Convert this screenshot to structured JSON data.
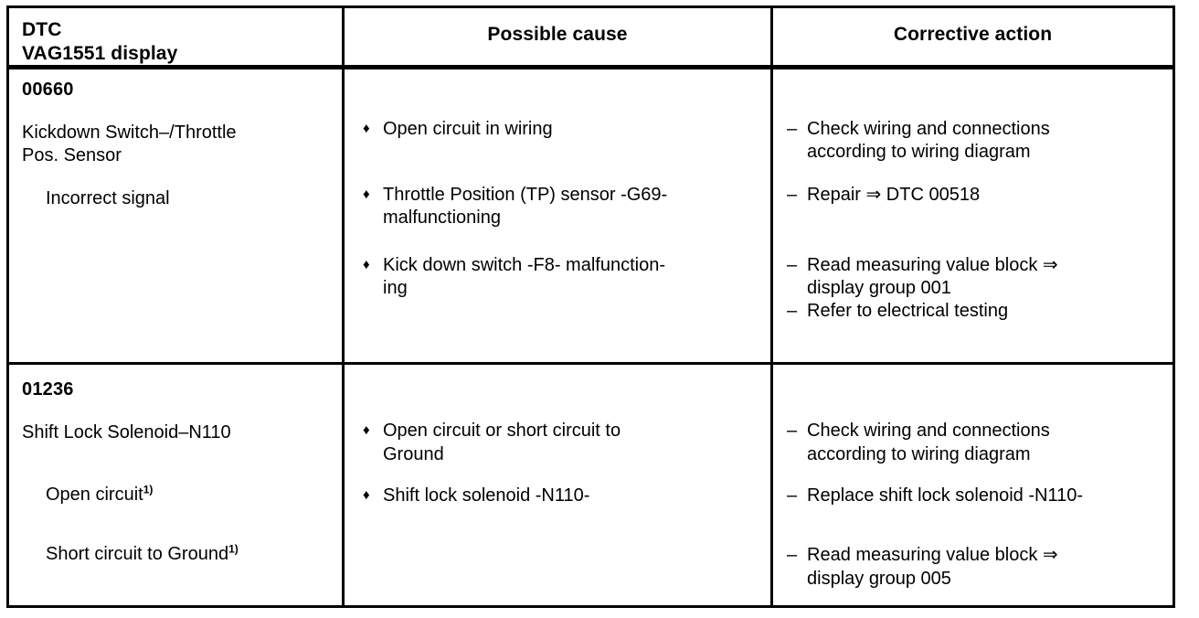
{
  "document": {
    "type": "dtc-fault-table",
    "columns": [
      {
        "id": "dtc",
        "line1": "DTC",
        "line2": "VAG1551 display"
      },
      {
        "id": "cause",
        "label": "Possible cause"
      },
      {
        "id": "action",
        "label": "Corrective action"
      }
    ],
    "bullet_glyph": "♦",
    "dash_glyph": "–",
    "arrow_glyph": "⇒",
    "rows": [
      {
        "code": "00660",
        "name": "Kickdown Switch–/Throttle Pos. Sensor",
        "name_line1": "Kickdown Switch–/Throttle",
        "name_line2": "Pos. Sensor",
        "sub": "Incorrect signal",
        "sub_footnote": "",
        "sub2": "",
        "sub2_footnote": "",
        "causes": [
          {
            "text": "Open circuit in wiring"
          },
          {
            "text": "Throttle Position (TP) sensor -G69- malfunctioning"
          },
          {
            "text": "Kick down switch -F8- malfunction-ing"
          }
        ],
        "actions": [
          {
            "text": "Check wiring and connections according to wiring diagram"
          },
          {
            "text": "Repair ⇒ DTC 00518"
          },
          {
            "text": "Read measuring value block ⇒ display group 001"
          },
          {
            "text": "Refer to electrical testing"
          }
        ]
      },
      {
        "code": "01236",
        "name": "Shift Lock Solenoid–N110",
        "name_line1": "Shift Lock Solenoid–N110",
        "name_line2": "",
        "sub": "Open circuit",
        "sub_footnote": "1)",
        "sub2": "Short circuit to Ground",
        "sub2_footnote": "1)",
        "causes": [
          {
            "text": "Open circuit or short circuit to Ground"
          },
          {
            "text": "Shift lock solenoid -N110-"
          }
        ],
        "actions": [
          {
            "text": "Check wiring and connections according to wiring diagram"
          },
          {
            "text": "Replace shift lock solenoid -N110-"
          },
          {
            "text": "Read measuring value block ⇒ display group 005"
          }
        ]
      }
    ]
  },
  "row1": {
    "code": "00660",
    "name_line1": "Kickdown Switch–/Throttle",
    "name_line2": "Pos. Sensor",
    "sub": "Incorrect signal",
    "cause1_l1": "Open circuit in wiring",
    "cause2_l1": "Throttle Position (TP) sensor -G69-",
    "cause2_l2": "malfunctioning",
    "cause3_l1": "Kick down switch -F8- malfunction-",
    "cause3_l2": "ing",
    "action1_l1": "Check wiring and connections",
    "action1_l2": "according to wiring diagram",
    "action2_l1": "Repair ⇒ DTC 00518",
    "action3_l1": "Read measuring value block ⇒",
    "action3_l2": "display group 001",
    "action4_l1": "Refer to electrical testing"
  },
  "row2": {
    "code": "01236",
    "name_line1": "Shift Lock Solenoid–N110",
    "sub1": "Open circuit",
    "sub1_fn": "1)",
    "sub2": "Short circuit to Ground",
    "sub2_fn": "1)",
    "cause1_l1": "Open circuit or short circuit to",
    "cause1_l2": "Ground",
    "cause2_l1": "Shift lock solenoid -N110-",
    "action1_l1": "Check wiring and connections",
    "action1_l2": "according to wiring diagram",
    "action2_l1": "Replace shift lock solenoid -N110-",
    "action3_l1": "Read measuring value block ⇒",
    "action3_l2": "display group 005"
  },
  "glyphs": {
    "diamond": "♦",
    "dash": "–"
  }
}
